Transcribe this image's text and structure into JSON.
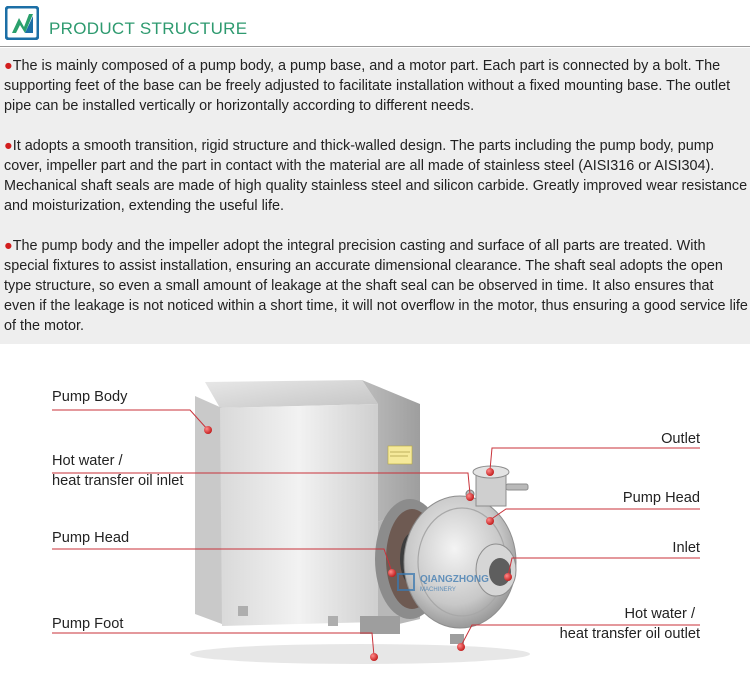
{
  "header": {
    "title": "PRODUCT STRUCTURE"
  },
  "paragraphs": [
    {
      "bullet": "●",
      "text": "The is mainly composed of a pump body, a pump base, and a motor part. Each part is connected by a bolt. The supporting feet of the base can be freely adjusted to facilitate installation without a fixed mounting base. The outlet pipe can be installed vertically or horizontally according to different needs."
    },
    {
      "bullet": "●",
      "text": "It adopts a smooth transition, rigid structure and thick-walled design. The parts including the pump body, pump cover, impeller part and the part in contact with the material are all made of stainless steel (AISI316 or AISI304). Mechanical shaft seals are made of high quality stainless steel and silicon carbide. Greatly improved wear resistance and moisturization, extending the useful life."
    },
    {
      "bullet": "●",
      "text": "The pump body and the impeller adopt the integral precision casting and surface of all parts are treated. With special fixtures to assist installation, ensuring an accurate dimensional clearance. The shaft seal adopts the open type structure, so even a small amount of leakage at the shaft seal can be observed in time. It also ensures that even if the leakage is not noticed within a short time, it will not overflow in the motor, thus ensuring a good service life of the motor."
    }
  ],
  "labels": {
    "pump_body": "Pump Body",
    "hot_water_inlet_1": "Hot water /",
    "hot_water_inlet_2": "heat transfer oil inlet",
    "pump_head_left": "Pump Head",
    "pump_foot": "Pump Foot",
    "outlet": "Outlet",
    "pump_head_right": "Pump Head",
    "inlet": "Inlet",
    "hot_water_outlet_1": "Hot water /",
    "hot_water_outlet_2": "heat transfer oil outlet"
  },
  "watermark": {
    "brand": "QIANGZHONG",
    "sub": "MACHINERY"
  },
  "colors": {
    "title": "#2e9a6f",
    "bullet": "#d21e1e",
    "callout_line": "#c8323a",
    "text_bg": "#eeeeee"
  }
}
